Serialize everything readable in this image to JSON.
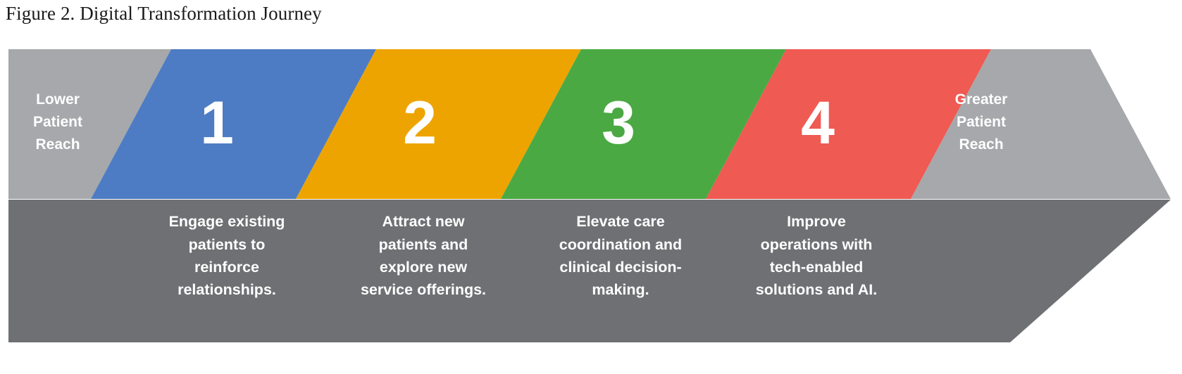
{
  "figure": {
    "title": "Figure 2. Digital Transformation Journey"
  },
  "endcaps": {
    "left": {
      "name": "lower-patient-reach",
      "lines": [
        "Lower",
        "Patient",
        "Reach"
      ],
      "color": "#a6a8ab"
    },
    "right": {
      "name": "greater-patient-reach",
      "lines": [
        "Greater",
        "Patient",
        "Reach"
      ],
      "color": "#a6a8ab"
    }
  },
  "band": {
    "description_background": "#6f7073"
  },
  "stages": [
    {
      "number": "1",
      "color": "#4e7cc4",
      "description": "Engage existing patients to reinforce relationships.",
      "description_lines": [
        "Engage existing",
        "patients to",
        "reinforce",
        "relationships."
      ]
    },
    {
      "number": "2",
      "color": "#eda400",
      "description": "Attract new patients and explore new service offerings.",
      "description_lines": [
        "Attract new",
        "patients and",
        "explore new",
        "service offerings."
      ]
    },
    {
      "number": "3",
      "color": "#4aa942",
      "description": "Elevate care coordination and clinical decision-making.",
      "description_lines": [
        "Elevate care",
        "coordination and",
        "clinical decision-",
        "making."
      ]
    },
    {
      "number": "4",
      "color": "#ef5a53",
      "description": "Improve operations with tech-enabled solutions and AI.",
      "description_lines": [
        "Improve",
        "operations with",
        "tech-enabled",
        "solutions and AI."
      ]
    }
  ],
  "chart_data": {
    "type": "diagram",
    "title": "Figure 2. Digital Transformation Journey",
    "shape": "chevron-arrow",
    "direction": "left-to-right",
    "axis_meaning": "Lower Patient Reach → Greater Patient Reach",
    "stage_count": 4,
    "categories": [
      "1",
      "2",
      "3",
      "4"
    ],
    "labels": [
      "Engage existing patients to reinforce relationships.",
      "Attract new patients and explore new service offerings.",
      "Elevate care coordination and clinical decision-making.",
      "Improve operations with tech-enabled solutions and AI."
    ],
    "colors": [
      "#4e7cc4",
      "#eda400",
      "#4aa942",
      "#ef5a53"
    ],
    "endpoints": [
      "Lower Patient Reach",
      "Greater Patient Reach"
    ],
    "legend": "none",
    "grid": false
  }
}
